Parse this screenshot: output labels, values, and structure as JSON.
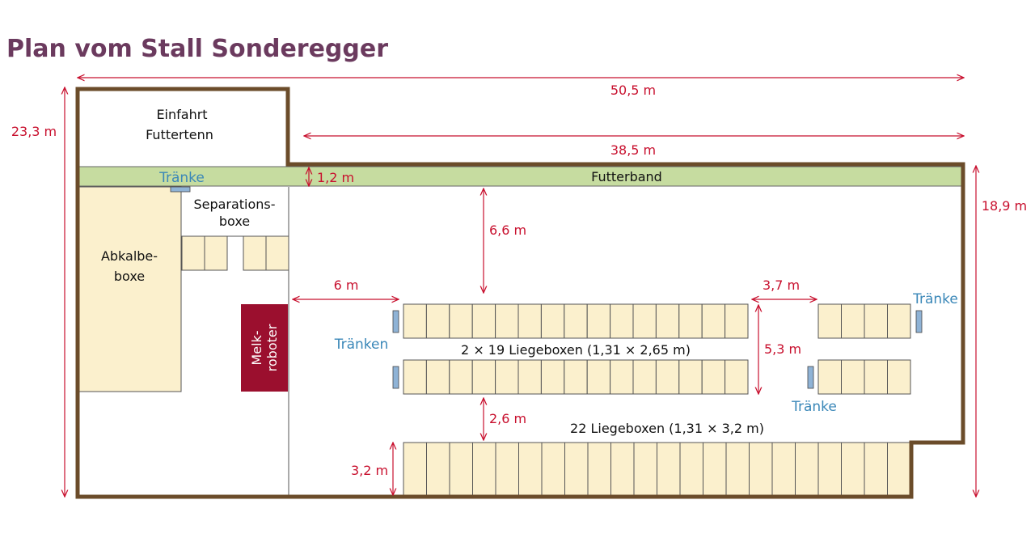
{
  "title": "Plan vom Stall Sonderegger",
  "colors": {
    "title": "#6b3a5e",
    "wall": "#6b4c2a",
    "feed_band": "#c6dca0",
    "box_fill": "#fbf0cd",
    "box_stroke": "#555555",
    "robot": "#9b0f2e",
    "dimension": "#c8102e",
    "water_label": "#3a87b8",
    "water_trough": "#8fb3d6"
  },
  "areas": {
    "entrance": {
      "line1": "Einfahrt",
      "line2": "Futtertenn"
    },
    "feed_band": "Futterband",
    "calving": {
      "line1": "Abkalbe-",
      "line2": "boxe"
    },
    "separation": {
      "line1": "Separations-",
      "line2": "boxe"
    },
    "robot": {
      "line1": "Melk-",
      "line2": "roboter"
    }
  },
  "water": {
    "top": "Tränke",
    "left": "Tränken",
    "right_top": "Tränke",
    "right_bottom": "Tränke"
  },
  "stalls": {
    "double_row_label": "2 × 19 Liegeboxen (1,31 × 2,65 m)",
    "single_row_label": "22 Liegeboxen (1,31 × 3,2 m)",
    "double_row_main_count": 15,
    "double_row_side_count": 4,
    "single_row_count": 22,
    "separation_count": 4
  },
  "dimensions": {
    "total_width": "50,5 m",
    "main_width": "38,5 m",
    "total_height": "23,3 m",
    "main_height": "18,9 m",
    "feed_band_width": "1,2 m",
    "aisle_top": "6,6 m",
    "aisle_left": "6 m",
    "gap_cross": "3,7 m",
    "double_row_depth": "5,3 m",
    "aisle_bottom": "2,6 m",
    "single_row_depth": "3,2 m"
  }
}
